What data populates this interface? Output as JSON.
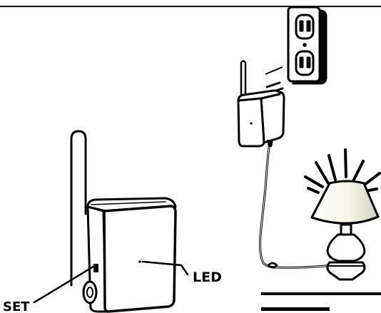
{
  "diagram": {
    "labels": {
      "led": "LED",
      "set": "SET"
    },
    "parts": {
      "device": "plug-in-module-with-antenna",
      "adapter": "plug-in-adapter-with-antenna",
      "outlet": "duplex-wall-outlet",
      "lamp": "table-lamp-lit"
    },
    "colors": {
      "ink": "#000000",
      "paper": "#ffffff",
      "lampshade_light": "#f4f4e8"
    }
  }
}
